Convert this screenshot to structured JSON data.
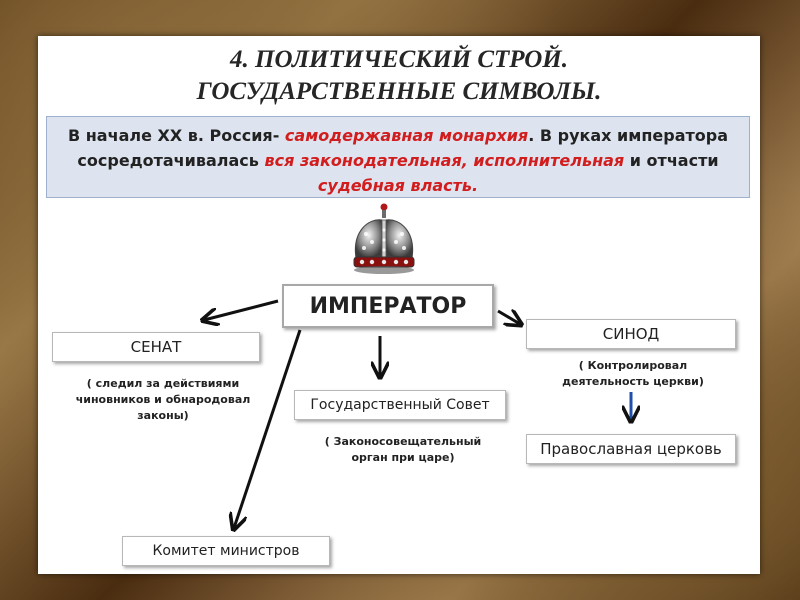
{
  "title": {
    "line1": "4. ПОЛИТИЧЕСКИЙ СТРОЙ.",
    "line2": "ГОСУДАРСТВЕННЫЕ СИМВОЛЫ."
  },
  "intro": {
    "p1": "В начале XX в. Россия- ",
    "p1_red": "самодержавная монархия",
    "p2": ". В руках императора сосредотачивалась ",
    "p2_red": "вся законодательная, исполнительная",
    "p3": " и отчасти ",
    "p3_red": "судебная власть."
  },
  "nodes": {
    "emperor": "ИМПЕРАТОР",
    "senate": "СЕНАТ",
    "synod": "СИНОД",
    "council": "Государственный Совет",
    "church": "Православная церковь",
    "ministers": "Комитет министров"
  },
  "notes": {
    "senate": "( следил за действиями чиновников и обнародовал законы)",
    "synod": "( Контролировал деятельность церкви)",
    "council": "( Законосовещательный орган при царе)"
  },
  "colors": {
    "accent_red": "#d11d1d",
    "intro_bg": "#dde4ef",
    "frame": "#7a5a2c"
  },
  "icons": {
    "crown": "imperial-crown-icon"
  }
}
